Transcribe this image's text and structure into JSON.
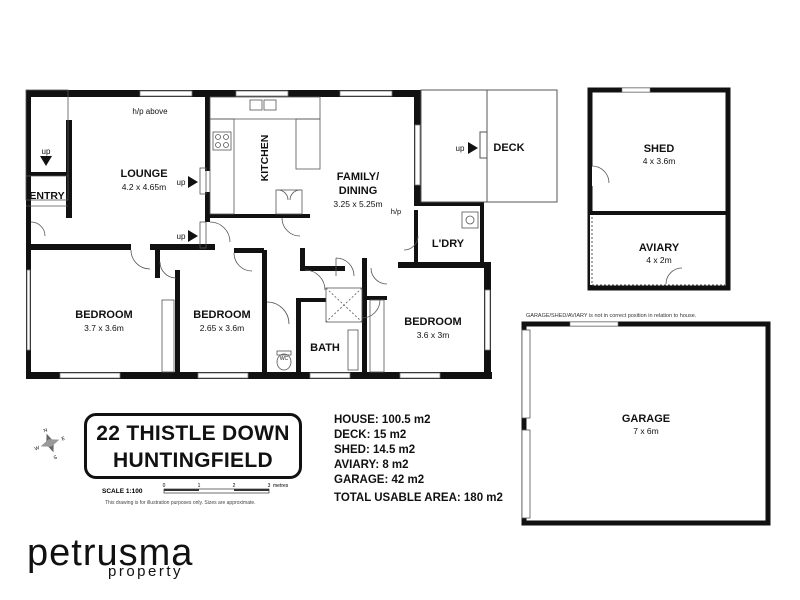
{
  "rooms": {
    "lounge": {
      "name": "LOUNGE",
      "size": "4.2 x 4.65m"
    },
    "kitchen": {
      "name": "KITCHEN"
    },
    "family": {
      "name_line1": "FAMILY/",
      "name_line2": "DINING",
      "size": "3.25 x 5.25m"
    },
    "deck": {
      "name": "DECK"
    },
    "shed": {
      "name": "SHED",
      "size": "4 x 3.6m"
    },
    "aviary": {
      "name": "AVIARY",
      "size": "4 x 2m"
    },
    "entry": {
      "name": "ENTRY"
    },
    "laundry": {
      "name": "L'DRY"
    },
    "bedroom1": {
      "name": "BEDROOM",
      "size": "3.7 x 3.6m"
    },
    "bedroom2": {
      "name": "BEDROOM",
      "size": "2.65 x 3.6m"
    },
    "bedroom3": {
      "name": "BEDROOM",
      "size": "3.6 x 3m"
    },
    "bath": {
      "name": "BATH"
    },
    "wc": {
      "name": "WC"
    },
    "garage": {
      "name": "GARAGE",
      "size": "7 x 6m"
    }
  },
  "annotations": {
    "hp_above": "h/p above",
    "hp": "h/p",
    "up": "up",
    "garage_note": "GARAGE/SHED/AVIARY is not in correct position in relation to house."
  },
  "address": {
    "line1": "22 THISTLE DOWN",
    "line2": "HUNTINGFIELD"
  },
  "areas": {
    "house": "HOUSE: 100.5 m2",
    "deck": "DECK: 15 m2",
    "shed": "SHED: 14.5 m2",
    "aviary": "AVIARY: 8 m2",
    "garage": "GARAGE: 42 m2",
    "total": "TOTAL USABLE AREA: 180 m2"
  },
  "scale": {
    "label": "SCALE 1:100",
    "ticks": [
      "0",
      "1",
      "2",
      "3"
    ],
    "unit": "metres",
    "disclaimer": "This drawing is for illustration purposes only. Sizes are approximate."
  },
  "compass": {
    "n": "N",
    "s": "S",
    "e": "E",
    "w": "W"
  },
  "brand": {
    "name": "petrusma",
    "sub": "property"
  },
  "colors": {
    "wall": "#111111",
    "line": "#555555"
  }
}
